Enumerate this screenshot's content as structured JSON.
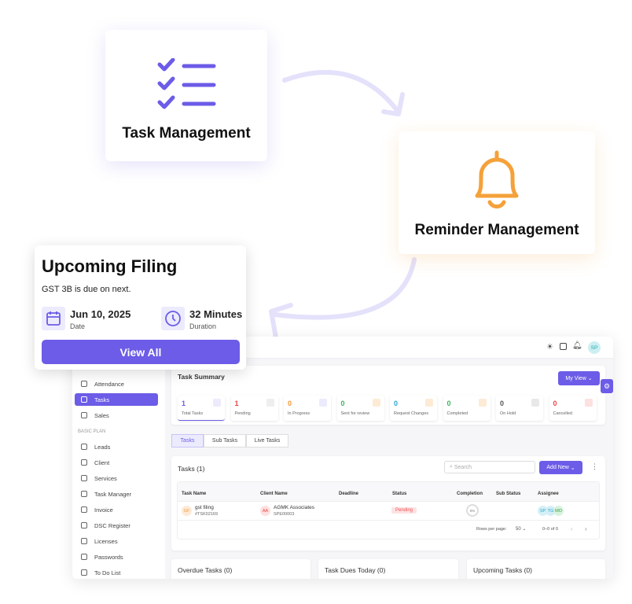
{
  "task_card": {
    "title": "Task Management"
  },
  "reminder_card": {
    "title": "Reminder Management"
  },
  "filing": {
    "title": "Upcoming Filing",
    "subtitle": "GST 3B is due on next.",
    "date": "Jun 10, 2025",
    "date_label": "Date",
    "duration": "32 Minutes",
    "duration_label": "Duration",
    "button": "View All"
  },
  "header": {
    "avatar": "SP"
  },
  "sidebar": {
    "items": [
      "Attendance",
      "Tasks",
      "Sales"
    ],
    "section": "BASIC PLAN",
    "plan_items": [
      "Leads",
      "Client",
      "Services",
      "Task Manager",
      "Invoice",
      "DSC Register",
      "Licenses",
      "Passwords",
      "To Do List"
    ]
  },
  "summary": {
    "title": "Task Summary",
    "my_view": "My View",
    "stats": [
      {
        "n": "1",
        "l": "Total Tasks"
      },
      {
        "n": "1",
        "l": "Pending"
      },
      {
        "n": "0",
        "l": "In Progress"
      },
      {
        "n": "0",
        "l": "Sent for review"
      },
      {
        "n": "0",
        "l": "Request Changes"
      },
      {
        "n": "0",
        "l": "Completed"
      },
      {
        "n": "0",
        "l": "On Hold"
      },
      {
        "n": "0",
        "l": "Cancelled"
      }
    ]
  },
  "tabs": [
    "Tasks",
    "Sub Tasks",
    "Live Tasks"
  ],
  "tasks": {
    "title": "Tasks (1)",
    "search_placeholder": "Search",
    "add_new": "Add New",
    "columns": [
      "Task Name",
      "Client Name",
      "Deadline",
      "Status",
      "Completion",
      "Sub Status",
      "Assignee"
    ],
    "rows": [
      {
        "initials": "GF",
        "name": "gst filing",
        "id": "#TSK02169",
        "client_initials": "AA",
        "client": "AGMK Associates",
        "client_id": "SPE00003",
        "status": "Pending",
        "completion": "0%",
        "assignees": [
          "SP",
          "TG",
          "MO"
        ]
      }
    ],
    "rows_per_page_label": "Rows per page:",
    "rows_per_page": "50",
    "range": "0–0 of 0"
  },
  "bottom": [
    "Overdue Tasks (0)",
    "Task Dues Today (0)",
    "Upcoming Tasks (0)"
  ]
}
